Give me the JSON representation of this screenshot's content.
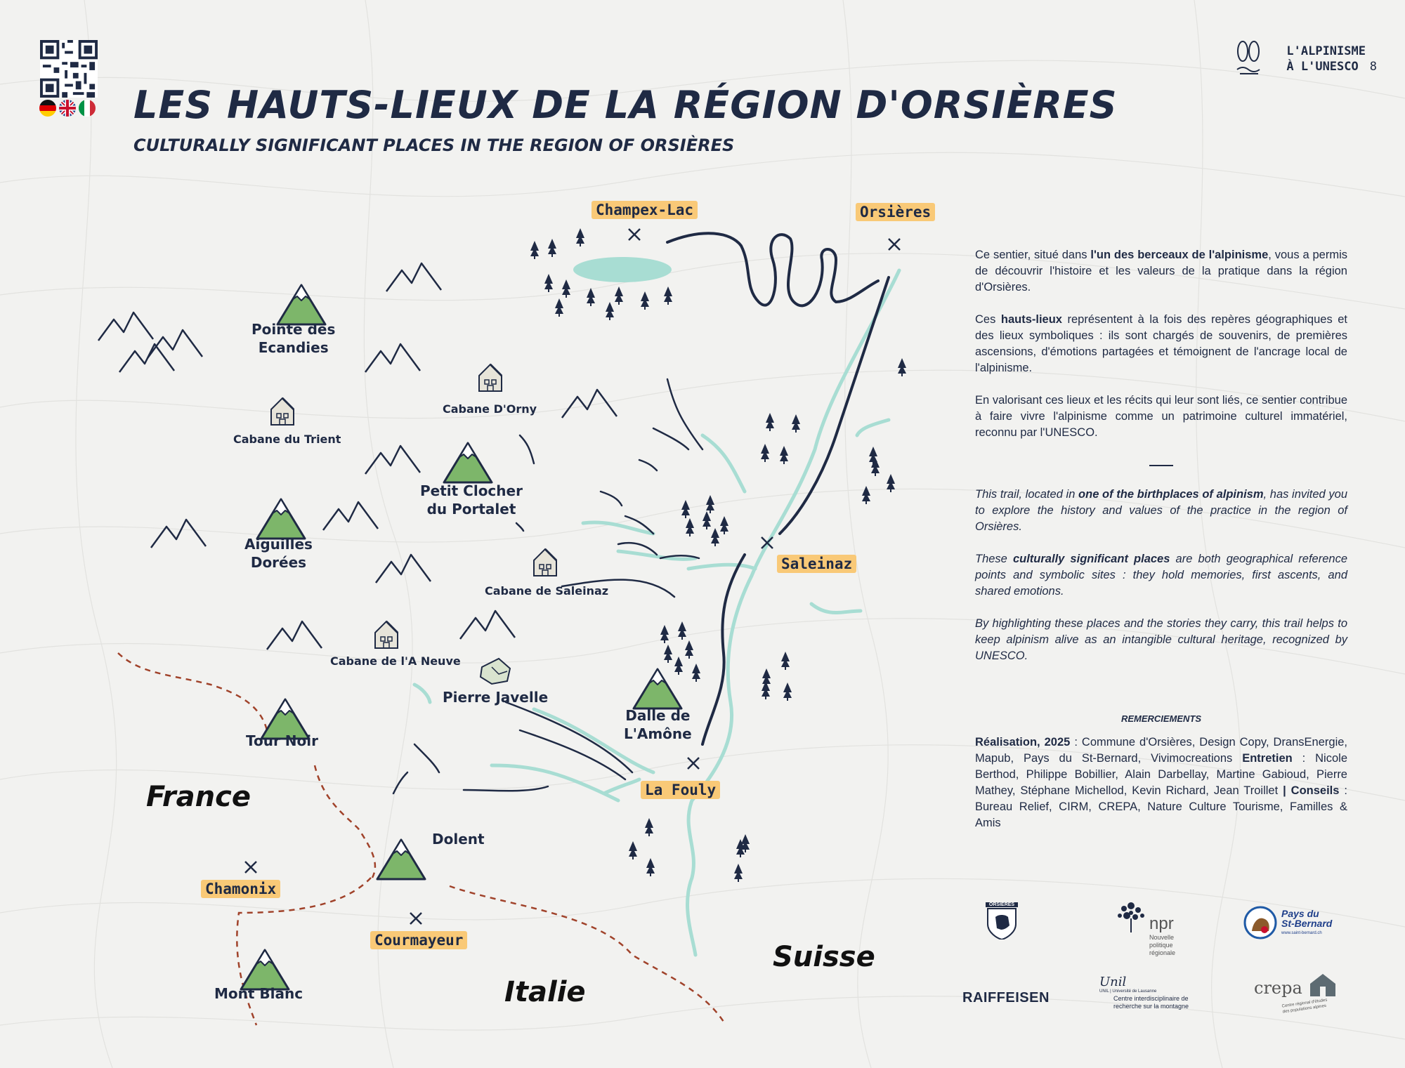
{
  "header": {
    "title": "LES HAUTS-LIEUX DE LA RÉGION D'ORSIÈRES",
    "subtitle": "CULTURALLY SIGNIFICANT PLACES IN THE REGION OF ORSIÈRES",
    "brand_line1": "L'ALPINISME",
    "brand_line2": "À L'UNESCO",
    "brand_number": "8",
    "flags": [
      "german-flag",
      "uk-flag",
      "italian-flag"
    ]
  },
  "map": {
    "summits": [
      {
        "name": "Pointe des\nEcandies"
      },
      {
        "name": "Petit Clocher\ndu Portalet"
      },
      {
        "name": "Aiguilles\nDorées"
      },
      {
        "name": "Dalle de\nL'Amône"
      },
      {
        "name": "Tour Noir"
      },
      {
        "name": "Dolent"
      },
      {
        "name": "Mont Blanc"
      }
    ],
    "huts": [
      {
        "name": "Cabane D'Orny"
      },
      {
        "name": "Cabane du Trient"
      },
      {
        "name": "Cabane de Saleinaz"
      },
      {
        "name": "Cabane de l'A Neuve"
      }
    ],
    "boulder": "Pierre Javelle",
    "villages": [
      "Champex-Lac",
      "Orsières",
      "Saleinaz",
      "La Fouly",
      "Chamonix",
      "Courmayeur"
    ],
    "countries": [
      "France",
      "Italie",
      "Suisse"
    ],
    "colors": {
      "mountain_green": "#7db66a",
      "water": "#a8ddd3",
      "highlight": "#f9c977",
      "border": "#a0422a",
      "navy": "#1f2a44"
    }
  },
  "text_fr": {
    "p1_pre": "Ce sentier, situé dans ",
    "p1_bold": "l'un des berceaux de l'alpinisme",
    "p1_post": ", vous a permis de découvrir l'histoire et les valeurs de la pratique dans la région d'Orsières.",
    "p2_pre": "Ces ",
    "p2_bold": "hauts-lieux",
    "p2_post": " représentent à la fois des repères géographiques et des lieux symboliques : ils sont chargés de souvenirs, de premières ascensions, d'émotions partagées et témoignent de l'ancrage local de l'alpinisme.",
    "p3": "En valorisant ces lieux et les récits qui leur sont liés, ce sentier contribue à faire vivre l'alpinisme comme un patrimoine culturel immatériel, reconnu par l'UNESCO."
  },
  "text_en": {
    "p1_pre": "This trail, located in ",
    "p1_bold": "one of the birthplaces of alpinism",
    "p1_post": ", has invited you to explore the history and values of the practice in the region of Orsières.",
    "p2_pre": "These ",
    "p2_bold": "culturally significant places",
    "p2_post": " are both geographical reference points and symbolic sites : they hold memories, first ascents, and shared emotions.",
    "p3": "By highlighting these places and the stories they carry, this trail helps to keep alpinism alive as an intangible cultural heritage, recognized by UNESCO."
  },
  "thanks": {
    "heading": "REMERCIEMENTS",
    "realisation_label": "Réalisation, 2025",
    "realisation_text": " : Commune d'Orsières, Design Copy, DransEnergie, Mapub, Pays du St-Bernard, Vivimocreations",
    "entretien_label": "Entretien",
    "entretien_text": " : Nicole Berthod, Philippe Bobillier, Alain Darbellay, Martine Gabioud, Pierre Mathey, Stéphane Michellod, Kevin Richard, Jean Troillet ",
    "conseils_label": "| Conseils",
    "conseils_text": " : Bureau Relief, CIRM, CREPA, Nature Culture Tourisme, Familles & Amis"
  },
  "logos": {
    "orsieres": "ORSIÈRES",
    "npr": "npr",
    "npr_sub1": "Nouvelle",
    "npr_sub2": "politique",
    "npr_sub3": "régionale",
    "stbernard1": "Pays du",
    "stbernard2": "St-Bernard",
    "stbernard_url": "www.saint-bernard.ch",
    "raiffeisen": "RAIFFEISEN",
    "unil": "Unil",
    "unil_sub0": "UNIL | Université de Lausanne",
    "unil_sub1": "Centre interdisciplinaire de",
    "unil_sub2": "recherche sur la montagne",
    "crepa": "crepa",
    "crepa_sub1": "Centre régional d'études",
    "crepa_sub2": "des populations alpines"
  }
}
